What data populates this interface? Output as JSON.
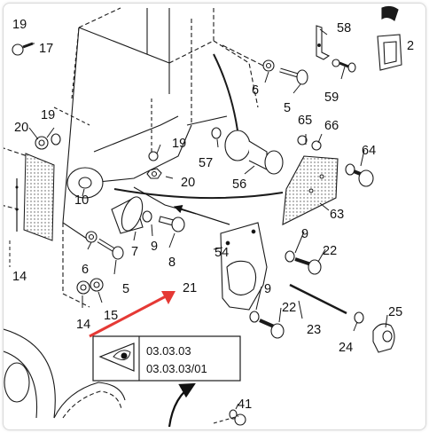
{
  "callouts": [
    "19",
    "17",
    "58",
    "2",
    "6",
    "5",
    "59",
    "20",
    "19",
    "65",
    "66",
    "64",
    "19",
    "57",
    "20",
    "56",
    "10",
    "63",
    "9",
    "22",
    "7",
    "9",
    "8",
    "54",
    "14",
    "6",
    "5",
    "21",
    "9",
    "22",
    "23",
    "25",
    "14",
    "15",
    "24",
    "41"
  ],
  "reference_box": {
    "line1": "03.03.03",
    "line2": "03.03.03/01",
    "icon": "eye-icon"
  },
  "colors": {
    "highlight_arrow": "#e53935",
    "line": "#1a1a1a"
  }
}
